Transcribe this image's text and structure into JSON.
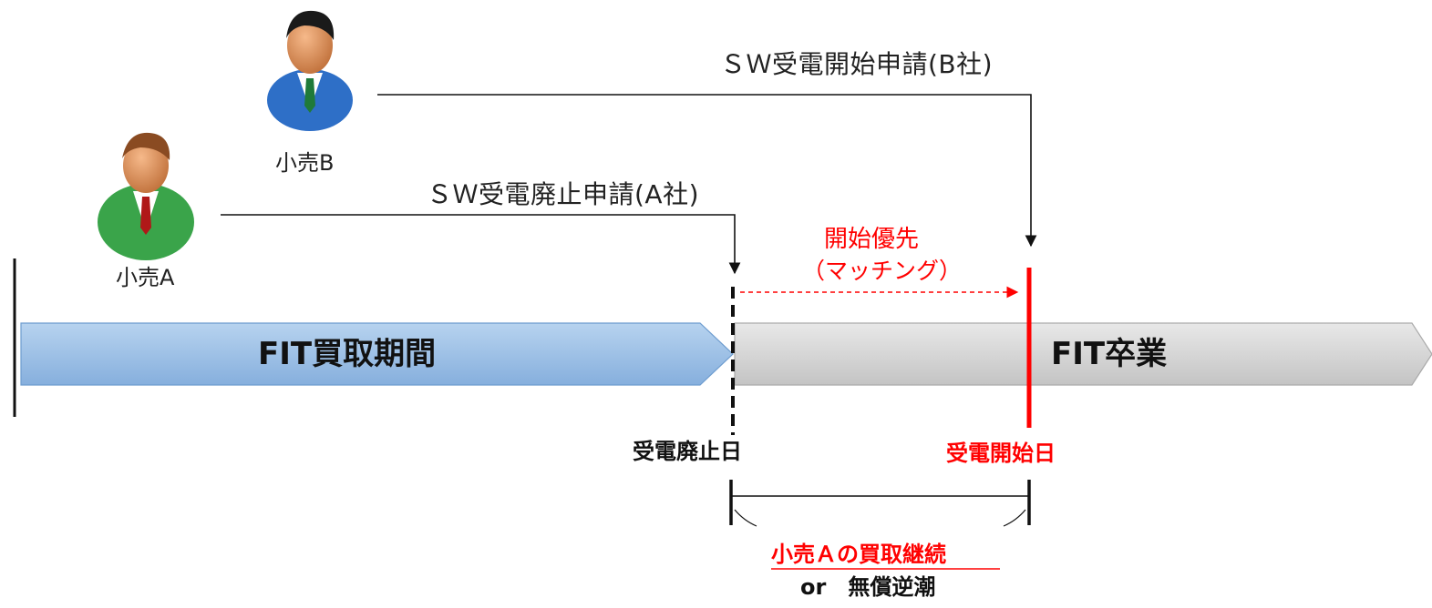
{
  "retailers": {
    "a": {
      "name": "小売A"
    },
    "b": {
      "name": "小売B"
    }
  },
  "requests": {
    "b": "ＳＷ受電開始申請(B社)",
    "a": "ＳＷ受電廃止申請(A社)"
  },
  "priority": {
    "line1": "開始優先",
    "line2": "（マッチング）"
  },
  "phases": {
    "fit_period": "FIT買取期間",
    "fit_graduation": "FIT卒業"
  },
  "dates": {
    "end": "受電廃止日",
    "start": "受電開始日"
  },
  "gap_note": {
    "line1": "小売Ａの買取継続",
    "line2": "or　無償逆潮"
  },
  "colors": {
    "fit_period_fill": "#9dc3e6",
    "fit_graduation_fill": "#d9d9d9",
    "highlight": "#ff0000",
    "person_a_suit": "#3aa44a",
    "person_b_suit": "#2e6fc7"
  },
  "icons": {
    "retailer_a": "person-icon",
    "retailer_b": "person-icon"
  }
}
